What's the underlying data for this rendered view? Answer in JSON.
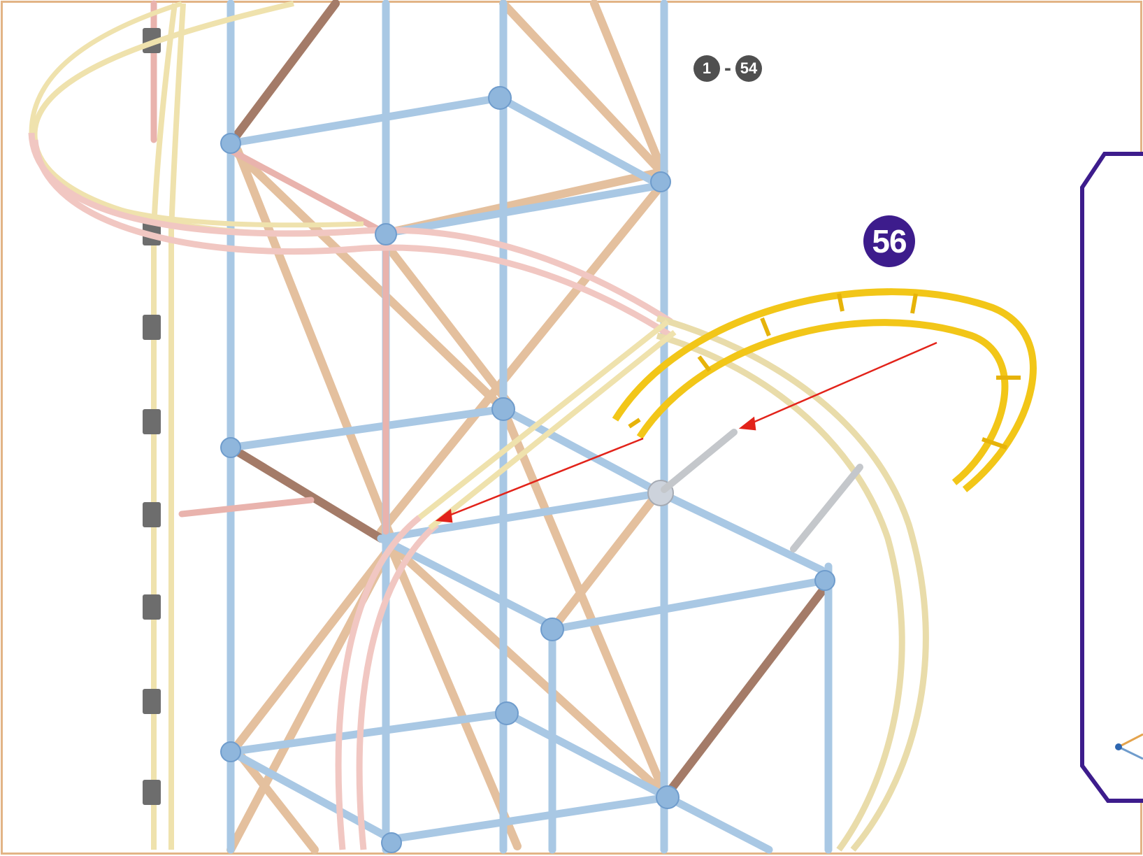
{
  "steps": {
    "prev_range_start": "1",
    "prev_range_sep": "-",
    "prev_range_end": "54",
    "current_step": "56"
  },
  "colors": {
    "frame": "#e2b486",
    "step_badge": "#3d1c8c",
    "range_badge": "#4f4f4f",
    "arrow": "#e2231a",
    "rod_blue": "#a9c8e4",
    "rod_tan": "#e4c09e",
    "track_pink": "#f1c7c2",
    "track_cream": "#efe2ad",
    "new_track_yellow": "#f2c618",
    "inset_border": "#3d1c8c"
  },
  "icons": {
    "connector": "connector-icon",
    "track-clip": "track-clip-icon",
    "arrow": "red-arrow-icon"
  }
}
